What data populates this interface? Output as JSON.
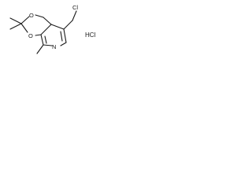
{
  "molecule": {
    "ring_oxygen_top": "O",
    "ring_oxygen_bottom": "O",
    "ring_nitrogen": "N",
    "chlorine": "Cl"
  },
  "salt": "HCl",
  "colors": {
    "bond": "#1a1a1a",
    "background": "#ffffff"
  }
}
